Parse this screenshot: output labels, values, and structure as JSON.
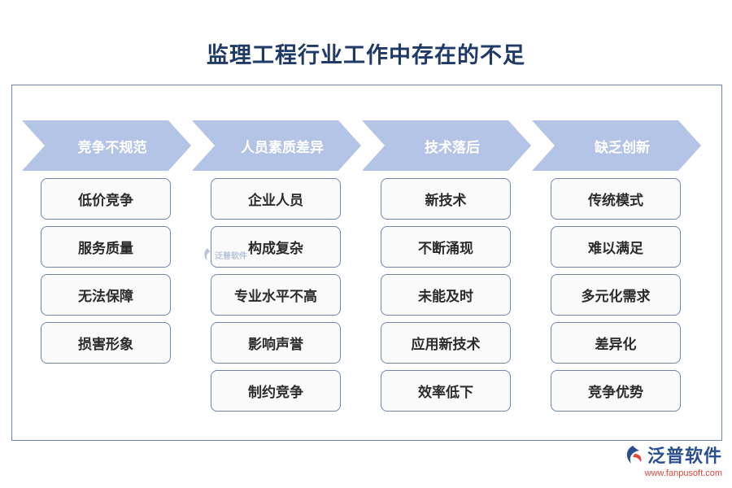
{
  "title": "监理工程行业工作中存在的不足",
  "columns": [
    {
      "header": "竞争不规范",
      "items": [
        "低价竞争",
        "服务质量",
        "无法保障",
        "损害形象"
      ]
    },
    {
      "header": "人员素质差异",
      "items": [
        "企业人员",
        "构成复杂",
        "专业水平不高",
        "影响声誉",
        "制约竞争"
      ]
    },
    {
      "header": "技术落后",
      "items": [
        "新技术",
        "不断涌现",
        "未能及时",
        "应用新技术",
        "效率低下"
      ]
    },
    {
      "header": "缺乏创新",
      "items": [
        "传统模式",
        "难以满足",
        "多元化需求",
        "差异化",
        "竞争优势"
      ]
    }
  ],
  "watermark": {
    "text": "泛普软件"
  },
  "brand": {
    "name": "泛普软件",
    "url": "www.fanpusoft.com",
    "icon": "fanpu-logo-icon"
  },
  "colors": {
    "title": "#1f3a66",
    "header_fill": "#b4c4e6",
    "item_border": "#6f86b0",
    "brand": "#2a4f8f",
    "url": "#e0483a"
  }
}
